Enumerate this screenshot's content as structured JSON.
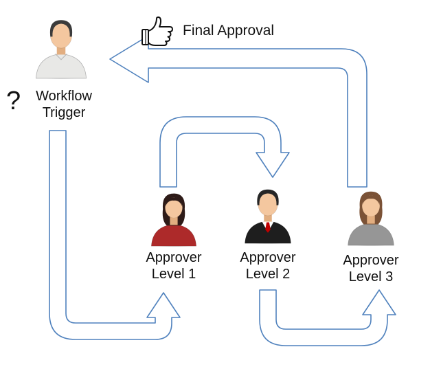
{
  "diagram": {
    "question_mark": "?",
    "trigger_label": "Workflow Trigger",
    "final_approval_label": "Final Approval",
    "approvers": [
      {
        "label": "Approver Level 1"
      },
      {
        "label": "Approver Level 2"
      },
      {
        "label": "Approver Level 3"
      }
    ],
    "colors": {
      "arrow_stroke": "#4F81BD",
      "arrow_fill": "#FFFFFF",
      "thumb_stroke": "#111111",
      "thumb_fill": "#FFFFFF",
      "skin": "#F4C79F",
      "skin_shade": "#E2AE80",
      "trigger_hair": "#3B3B3B",
      "trigger_shirt": "#E8E8E6",
      "approver1_hair": "#2E1B18",
      "approver1_shirt": "#AD2A2A",
      "approver2_hair": "#262626",
      "approver2_suit": "#1E1E1E",
      "approver2_shirt": "#FFFFFF",
      "approver2_tie": "#C00000",
      "approver3_hair": "#7B5236",
      "approver3_shirt": "#969696"
    }
  }
}
